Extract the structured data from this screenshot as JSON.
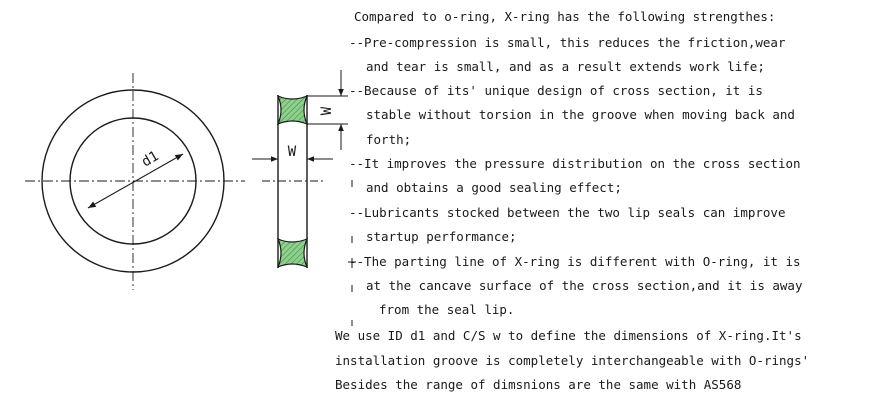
{
  "drawing": {
    "diameter_label": "d1",
    "width_label_side": "W",
    "width_label_bottom": "W",
    "hatch_color": "#7fc97f",
    "line_color": "#1a1a1a"
  },
  "text": {
    "heading": "Compared to o-ring, X-ring has the following strengthes:",
    "items": [
      "--Pre-compression is small, this reduces the friction,wear",
      "and tear is small, and as a result extends work life;",
      "--Because of its' unique design of cross section, it is",
      "stable without torsion in the groove when moving back and",
      "forth;",
      "--It improves the pressure distribution on the cross section",
      "and obtains a good sealing effect;",
      "--Lubricants stocked between the two lip seals can improve",
      "startup performance;",
      "--The parting line of X-ring is different with O-ring, it is",
      "at the cancave surface of the cross section,and it is away",
      "from the seal lip."
    ],
    "footer": [
      "We use ID d1 and C/S w to define the dimensions of X-ring.It's",
      "installation groove is completely interchangeable with O-rings'",
      "Besides the range of dimsnions are the same with AS568"
    ]
  }
}
